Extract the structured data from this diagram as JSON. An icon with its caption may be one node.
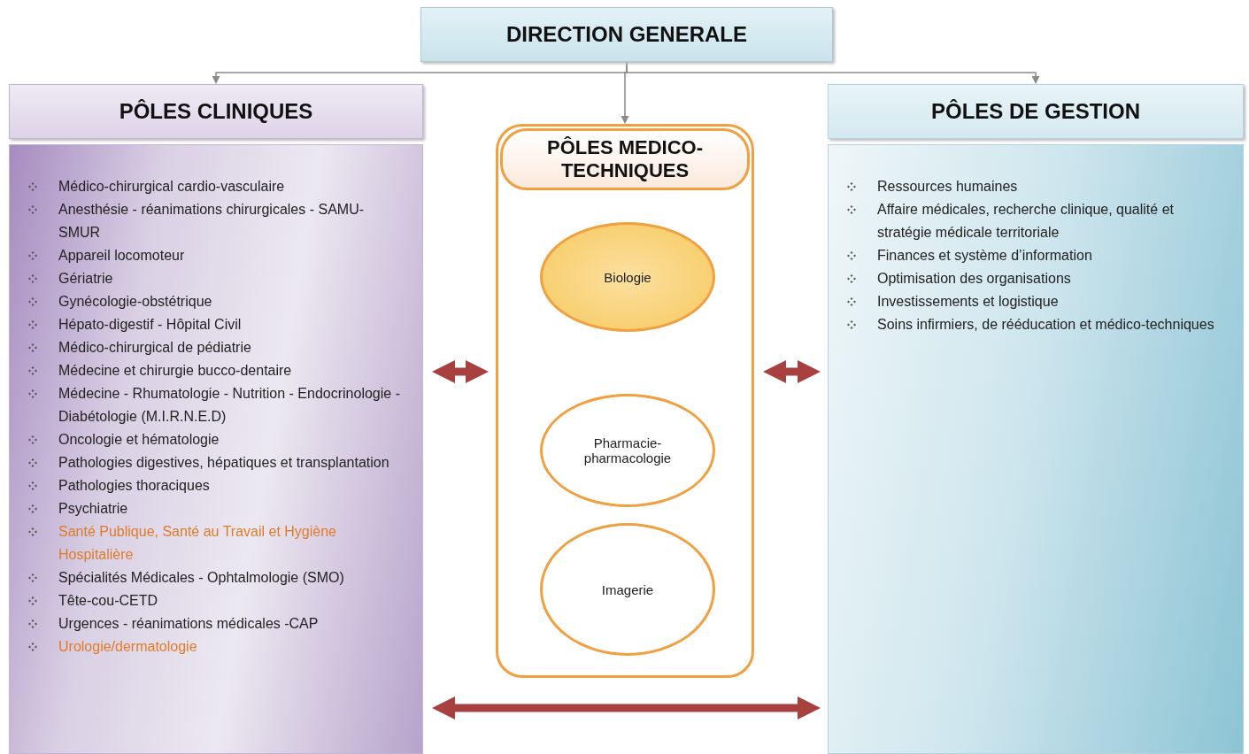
{
  "diagram": {
    "nodes": [
      {
        "text": [
          "DIRECTION GENERALE"
        ]
      },
      {
        "text": [
          "PÔLES CLINIQUES"
        ]
      },
      {
        "text": [
          "Médico-chirurgical cardio-vasculaire",
          "Anesthésie - réanimations chirurgicales - SAMU-SMUR",
          "Appareil locomoteur",
          "Gériatrie",
          "Gynécologie-obstétrique",
          "Hépato-digestif - Hôpital Civil",
          "Médico-chirurgical de pédiatrie",
          "Médecine et chirurgie bucco-dentaire",
          "Médecine - Rhumatologie - Nutrition - Endocrinologie - Diabétologie (M.I.R.N.E.D)",
          "Oncologie et hématologie",
          "Pathologies digestives, hépatiques et transplantation",
          "Pathologies thoraciques",
          "Psychiatrie",
          "Santé Publique, Santé au Travail et Hygiène Hospitalière",
          "Spécialités Médicales - Ophtalmologie (SMO)",
          "Tête-cou-CETD",
          "Urgences - réanimations médicales -CAP",
          "Urologie/dermatologie"
        ]
      },
      {
        "text": [
          "PÔLES MEDICO-TECHNIQUES"
        ]
      },
      {
        "text": [
          "Biologie"
        ],
        "in": 3
      },
      {
        "text": [
          "Pharmacie-pharmacologie"
        ],
        "in": 3
      },
      {
        "text": [
          "Imagerie"
        ],
        "in": 3
      },
      {
        "text": [
          "PÔLES DE GESTION"
        ]
      },
      {
        "text": [
          "Ressources humaines",
          "Affaire médicales, recherche clinique, qualité et stratégie médicale territoriale",
          "Finances et système d’information",
          "Optimisation des organisations",
          "Investissements et logistique",
          "Soins infirmiers, de rééducation et médico-techniques"
        ]
      }
    ],
    "edges": [
      {
        "from": 0,
        "to": 1,
        "arrow": "to"
      },
      {
        "from": 0,
        "to": 3,
        "arrow": "to"
      },
      {
        "from": 0,
        "to": 7,
        "arrow": "to"
      },
      {
        "from": 2,
        "to": 3,
        "arrow": "both",
        "style": "thick",
        "color": "#a8403f"
      },
      {
        "from": 3,
        "to": 8,
        "arrow": "both",
        "style": "thick",
        "color": "#a8403f"
      },
      {
        "from": 2,
        "to": 8,
        "arrow": "both",
        "style": "thick",
        "color": "#a8403f"
      }
    ]
  }
}
